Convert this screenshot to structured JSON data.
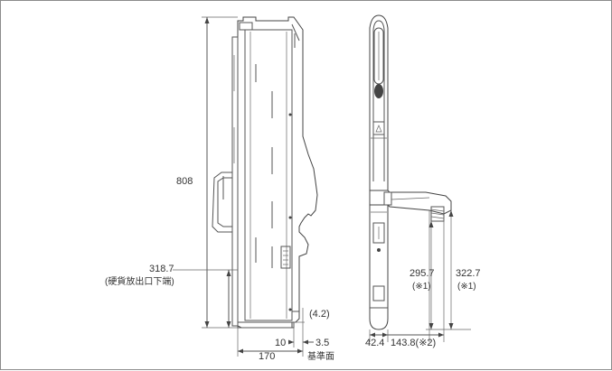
{
  "dimensions": {
    "height_808": "808",
    "lower_318": "318.7",
    "lower_318_note": "(硬貨放出口下端)",
    "top_42": "(4.2)",
    "d10": "10",
    "d35": "3.5",
    "d170": "170",
    "ref_plane": "基準面",
    "d2957": "295.7",
    "d2957_note": "(※1)",
    "d3227": "322.7",
    "d3227_note": "(※1)",
    "d424": "42.4",
    "d1438": "143.8(※2)"
  },
  "colors": {
    "line": "#555555",
    "frame": "#8c8c8c",
    "text": "#333333"
  }
}
